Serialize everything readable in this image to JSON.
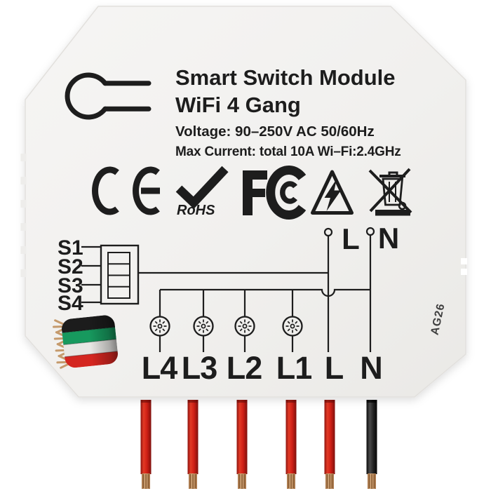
{
  "product": {
    "title_line1": "Smart Switch Module",
    "title_line2": "WiFi 4 Gang",
    "spec_voltage": "Voltage: 90–250V AC 50/60Hz",
    "spec_current": "Max Current: total 10A Wi–Fi:2.4GHz",
    "model_code": "AG26"
  },
  "certifications": [
    {
      "id": "ce-mark",
      "label": "CE"
    },
    {
      "id": "rohs-mark",
      "label": "RoHS"
    },
    {
      "id": "fcc-mark",
      "label": "FC"
    },
    {
      "id": "high-voltage-warning",
      "label": "high voltage triangle"
    },
    {
      "id": "weee-bin",
      "label": "crossed-out wheelie bin"
    }
  ],
  "diagram": {
    "switch_inputs": [
      "S1",
      "S2",
      "S3",
      "S4"
    ],
    "top_terminals": [
      "L",
      "N"
    ],
    "bottom_terminals": [
      "L4",
      "L3",
      "L2",
      "L1",
      "L",
      "N"
    ],
    "lamp_count": 4
  },
  "wires": {
    "bottom": [
      "red",
      "red",
      "red",
      "red",
      "red",
      "black"
    ],
    "bundle_icon": [
      "black",
      "green",
      "white",
      "red"
    ]
  },
  "colors": {
    "body": "#f3f2f0",
    "ink": "#1d1d1d",
    "wire_red": "#d52a1e",
    "wire_black": "#262626",
    "copper": "#c2946a",
    "bundle_green": "#17995e"
  }
}
